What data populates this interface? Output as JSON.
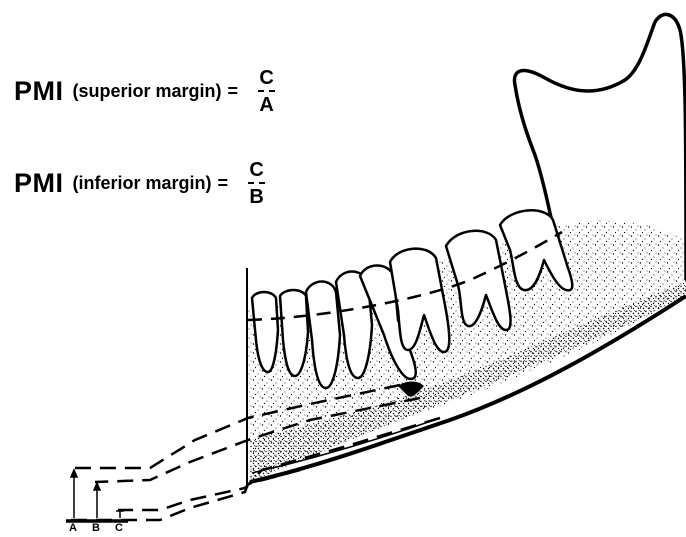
{
  "formulas": [
    {
      "prefix": "PMI",
      "margin_text": "(superior margin)",
      "equals": "=",
      "numerator": "C",
      "denominator": "A"
    },
    {
      "prefix": "PMI",
      "margin_text": "(inferior margin)",
      "equals": "=",
      "numerator": "C",
      "denominator": "B"
    }
  ],
  "measure_labels": [
    "A",
    "B",
    "C"
  ]
}
